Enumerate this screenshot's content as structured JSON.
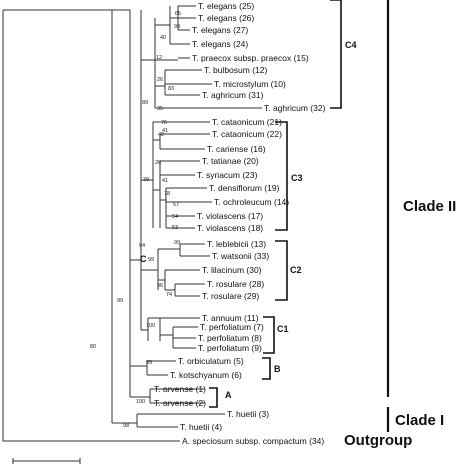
{
  "taxa": [
    {
      "id": "elegans25",
      "text": "T. elegans (25)"
    },
    {
      "id": "elegans26",
      "text": "T. elegans (26)"
    },
    {
      "id": "elegans27",
      "text": "T. elegans (27)"
    },
    {
      "id": "elegans24",
      "text": "T. elegans (24)"
    },
    {
      "id": "praecox15",
      "text": "T. praecox subsp. praecox (15)"
    },
    {
      "id": "bulbosum12",
      "text": "T. bulbosum (12)"
    },
    {
      "id": "microstylum10",
      "text": "T. microstylum (10)"
    },
    {
      "id": "aghricum31",
      "text": "T. aghricum (31)"
    },
    {
      "id": "aghricum32",
      "text": "T. aghricum (32)"
    },
    {
      "id": "cataonicum21",
      "text": "T. cataonicum (21)"
    },
    {
      "id": "cataonicum22",
      "text": "T. cataonicum (22)"
    },
    {
      "id": "cariense16",
      "text": "T. cariense (16)"
    },
    {
      "id": "tatianae20",
      "text": "T. tatianae (20)"
    },
    {
      "id": "syriacum23",
      "text": "T. syriacum (23)"
    },
    {
      "id": "densiflorum19",
      "text": "T. densiflorum (19)"
    },
    {
      "id": "ochroleucum14",
      "text": "T. ochroleucum (14)"
    },
    {
      "id": "violascens17",
      "text": "T. violascens (17)"
    },
    {
      "id": "violascens18",
      "text": "T. violascens (18)"
    },
    {
      "id": "leblebicii13",
      "text": "T. leblebicii (13)"
    },
    {
      "id": "watsonii33",
      "text": "T. watsonii (33)"
    },
    {
      "id": "lilacinum30",
      "text": "T. lilacinum (30)"
    },
    {
      "id": "rosulare28",
      "text": "T. rosulare (28)"
    },
    {
      "id": "rosulare29",
      "text": "T. rosulare (29)"
    },
    {
      "id": "annuum11",
      "text": "T. annuum (11)"
    },
    {
      "id": "perfoliatum7",
      "text": "T. perfoliatum (7)"
    },
    {
      "id": "perfoliatum8",
      "text": "T. perfoliatum (8)"
    },
    {
      "id": "perfoliatum9",
      "text": "T. perfoliatum (9)"
    },
    {
      "id": "orbiculatum5",
      "text": "T. orbiculatum (5)"
    },
    {
      "id": "kotschyanum6",
      "text": "T. kotschyanum (6)"
    },
    {
      "id": "arvense1",
      "text": "T. arvense (1)"
    },
    {
      "id": "arvense2",
      "text": "T. arvense (2)"
    },
    {
      "id": "huetii3",
      "text": "T. huetii (3)"
    },
    {
      "id": "huetii4",
      "text": "T. huetii (4)"
    },
    {
      "id": "speciosum34",
      "text": "A. speciosum subsp. compactum (34)"
    }
  ],
  "bootstrap": [
    {
      "id": "bs65",
      "text": "65"
    },
    {
      "id": "bs98",
      "text": "98"
    },
    {
      "id": "bs40",
      "text": "40"
    },
    {
      "id": "bs12",
      "text": "12"
    },
    {
      "id": "bs83",
      "text": "83"
    },
    {
      "id": "bs26",
      "text": "26"
    },
    {
      "id": "bs35",
      "text": "35"
    },
    {
      "id": "bs89",
      "text": "89"
    },
    {
      "id": "bs76",
      "text": "76"
    },
    {
      "id": "bs41",
      "text": "41"
    },
    {
      "id": "bs42",
      "text": "42"
    },
    {
      "id": "bs26b",
      "text": "26"
    },
    {
      "id": "bs41b",
      "text": "41"
    },
    {
      "id": "bs78",
      "text": "78"
    },
    {
      "id": "bs57",
      "text": "57"
    },
    {
      "id": "bs54",
      "text": "54"
    },
    {
      "id": "bs53",
      "text": "53"
    },
    {
      "id": "bs39",
      "text": "39"
    },
    {
      "id": "bs99a",
      "text": "99"
    },
    {
      "id": "bs94",
      "text": "94"
    },
    {
      "id": "bs96",
      "text": "96"
    },
    {
      "id": "bs74",
      "text": "74"
    },
    {
      "id": "bs99b",
      "text": "99"
    },
    {
      "id": "bs99c",
      "text": "99"
    },
    {
      "id": "bs100a",
      "text": "100"
    },
    {
      "id": "bs99d",
      "text": "99"
    },
    {
      "id": "bs80",
      "text": "80"
    },
    {
      "id": "bs100b",
      "text": "100"
    },
    {
      "id": "bs98b",
      "text": "98"
    }
  ],
  "clade_letters": {
    "C": "C"
  },
  "subclades": {
    "C4": "C4",
    "C3": "C3",
    "C2": "C2",
    "C1": "C1",
    "B": "B",
    "A": "A"
  },
  "major_clades": {
    "clade2": "Clade II",
    "clade1": "Clade I",
    "outgroup": "Outgroup"
  }
}
